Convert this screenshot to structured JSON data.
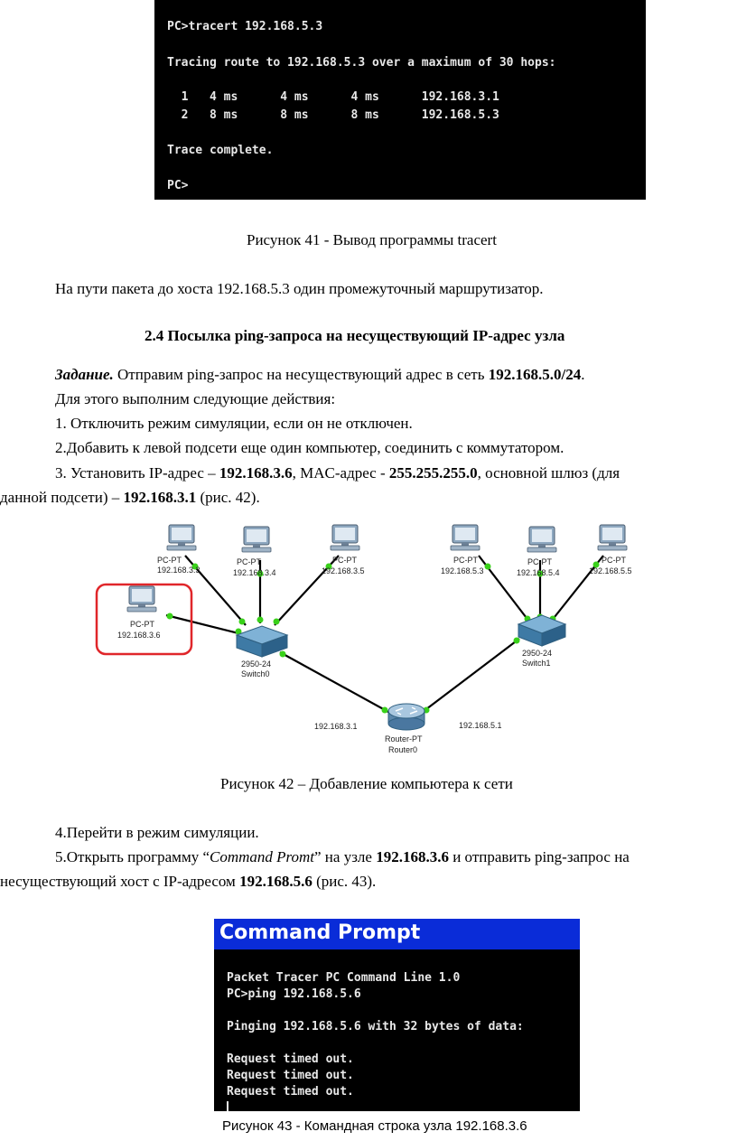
{
  "tracert": {
    "lines": [
      "PC>tracert 192.168.5.3",
      "Tracing route to 192.168.5.3 over a maximum of 30 hops:",
      "  1   4 ms      4 ms      4 ms      192.168.3.1",
      "  2   8 ms      8 ms      8 ms      192.168.5.3",
      "Trace complete.",
      "PC>"
    ]
  },
  "fig41_caption": "Рисунок 41 - Вывод программы tracert",
  "para1": "На пути пакета до хоста 192.168.5.3 один промежуточный маршрутизатор.",
  "section_heading": "2.4 Посылка ping-запроса на несуществующий IP-адрес узла",
  "task": {
    "label": "Задание.",
    "text": " Отправим ping-запрос на несуществующий адрес в сеть ",
    "net": "192.168.5.0/24",
    "end": "."
  },
  "steps_intro": "Для этого выполним следующие действия:",
  "step1": "1. Отключить режим симуляции, если он не отключен.",
  "step2": "2.Добавить к левой подсети еще один компьютер, соединить с коммутатором.",
  "step3": {
    "a": "3. Установить IP-адрес – ",
    "ip": "192.168.3.6",
    "b": ", MAC-адрес - ",
    "mac": "255.255.255.0",
    "c": ", основной шлюз (для",
    "d": "данной подсети) – ",
    "gw": "192.168.3.1",
    "e": " (рис. 42)."
  },
  "network": {
    "pc_type": "PC-PT",
    "left_pcs": [
      "192.168.3.3",
      "192.168.3.4",
      "192.168.3.5"
    ],
    "new_pc": "192.168.3.6",
    "right_pcs": [
      "192.168.5.3",
      "192.168.5.4",
      "192.168.5.5"
    ],
    "switch_model": "2950-24",
    "switch0": "Switch0",
    "switch1": "Switch1",
    "router_model": "Router-PT",
    "router_name": "Router0",
    "router_if_left": "192.168.3.1",
    "router_if_right": "192.168.5.1"
  },
  "fig42_caption": "Рисунок 42 – Добавление компьютера к сети",
  "step4": "4.Перейти в режим симуляции.",
  "step5": {
    "a": "5.Открыть программу “",
    "app": "Command Promt",
    "b": "” на узле ",
    "host": "192.168.3.6",
    "c": " и отправить ping-запрос на",
    "d": "несуществующий хост с IP-адресом ",
    "target": "192.168.5.6",
    "e": " (рис. 43)."
  },
  "cmd": {
    "title": "Command Prompt",
    "lines": [
      "Packet Tracer PC Command Line 1.0",
      "PC>ping 192.168.5.6",
      "Pinging 192.168.5.6 with 32 bytes of data:",
      "Request timed out.",
      "Request timed out.",
      "Request timed out."
    ]
  },
  "fig43_caption": "Рисунок 43 -  Командная строка узла 192.168.3.6"
}
